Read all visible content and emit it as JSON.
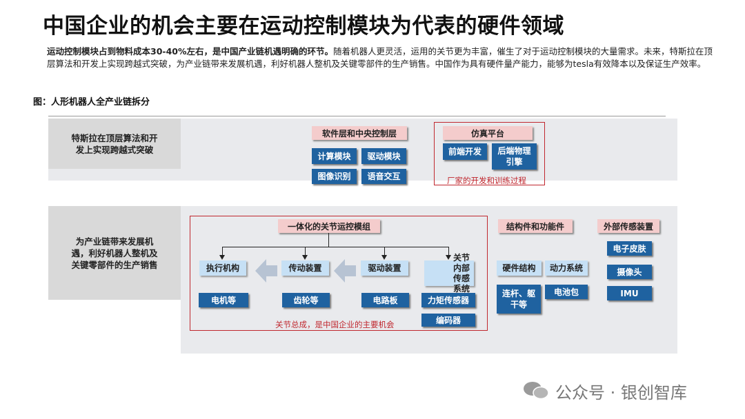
{
  "title": "中国企业的机会主要在运动控制模块为代表的硬件领域",
  "paragraph": {
    "bold": "运动控制模块占到物料成本30-40%左右，是中国产业链机遇明确的环节。",
    "normal": "随着机器人更灵活，运用的关节更为丰富，催生了对于运动控制模块的大量需求。未来，特斯拉在顶层算法和开发上实现跨越式突破，为产业链带来发展机遇，利好机器人整机及关键零部件的生产销售。中国作为具有硬件量产能力，能够为tesla有效降本以及保证生产效率。"
  },
  "figure_caption": "图：人形机器人全产业链拆分",
  "top": {
    "label": "特斯拉在顶层算法和开发上实现跨越式突破",
    "software": {
      "header": "软件层和中央控制层",
      "items": [
        "计算模块",
        "驱动模块",
        "图像识别",
        "语音交互"
      ]
    },
    "sim": {
      "header": "仿真平台",
      "items": [
        "前端开发",
        "后端物理引擎"
      ],
      "note": "厂家的开发和训练过程"
    }
  },
  "bottom": {
    "label": "为产业链带来发展机遇，利好机器人整机及关键零部件的生产销售",
    "joint": {
      "header": "一体化的关节运控模组",
      "components": [
        "执行机构",
        "传动装置",
        "驱动装置",
        "关节内部传感系统"
      ],
      "parts": [
        "电机等",
        "齿轮等",
        "电路板",
        "力矩传感器",
        "编码器"
      ],
      "note": "关节总成，是中国企业的主要机会"
    },
    "structure": {
      "header": "结构件和功能件",
      "components": [
        "硬件结构",
        "动力系统"
      ],
      "parts": [
        "连杆、躯干等",
        "电池包"
      ]
    },
    "sensors": {
      "header": "外部传感装置",
      "items": [
        "电子皮肤",
        "摄像头",
        "IMU"
      ]
    }
  },
  "watermark": "公众号 · 银创智库"
}
